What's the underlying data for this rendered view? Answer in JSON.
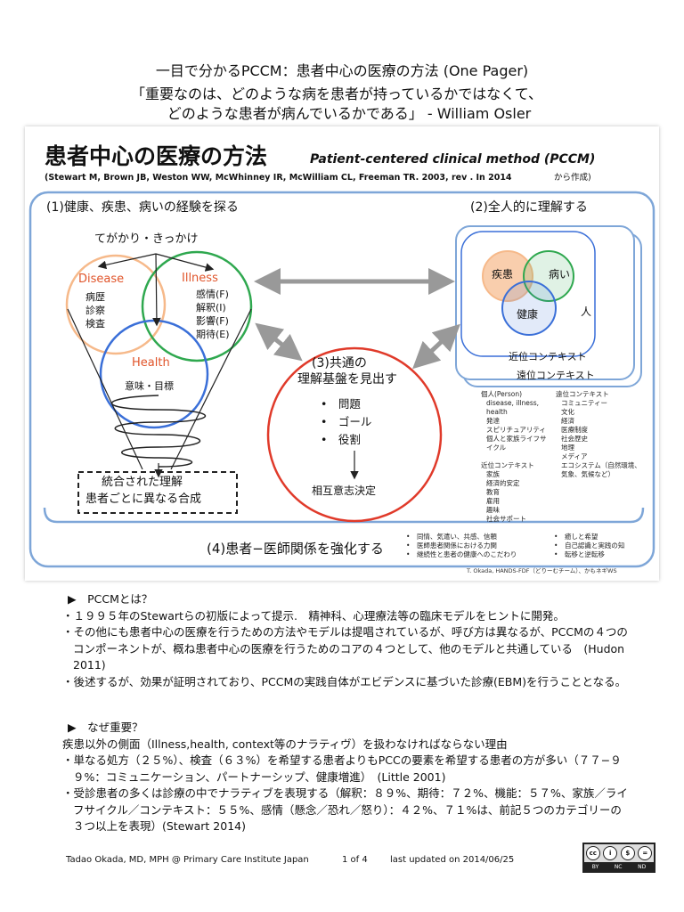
{
  "header": {
    "title": "一目で分かるPCCM：患者中心の医療の方法 (One Pager)",
    "quote_line1": "「重要なのは、どのような病を患者が持っているかではなくて、",
    "quote_line2": "どのような患者が病んでいるかである」 - William Osler"
  },
  "figure": {
    "title_jp": "患者中心の医療の方法",
    "title_en": "Patient-centered clinical method (PCCM)",
    "citation": "(Stewart M, Brown JB, Weston WW, McWhinney IR, McWilliam CL, Freeman TR. 2003, rev . In 2014",
    "citation_suffix": "から作成)",
    "c1": {
      "heading": "(1)健康、疾患、病いの経験を探る",
      "cue": "てがかり・きっかけ",
      "disease_label": "Disease",
      "disease_items": [
        "病歴",
        "診察",
        "検査"
      ],
      "illness_label": "Illness",
      "illness_items": [
        "感情(F)",
        "解釈(I)",
        "影響(F)",
        "期待(E)"
      ],
      "health_label": "Health",
      "health_items": "意味・目標",
      "integrated_line1": "統合された理解",
      "integrated_line2": "患者ごとに異なる合成"
    },
    "c2": {
      "heading": "(2)全人的に理解する",
      "disease": "疾患",
      "illness": "病い",
      "health": "健康",
      "person": "人",
      "proximal": "近位コンテキスト",
      "distal": "遠位コンテキスト",
      "person_col_head": "個人(Person)",
      "person_col_items": [
        "disease, illness, health",
        "発達",
        "スピリチュアリティ",
        "個人と家族ライフサイクル"
      ],
      "proximal_col_head": "近位コンテキスト",
      "proximal_col_items": [
        "家族",
        "経済的安定",
        "教育",
        "雇用",
        "趣味",
        "社会サポート"
      ],
      "distal_col_head": "遠位コンテキスト",
      "distal_col_items": [
        "コミュニティー",
        "文化",
        "経済",
        "医療制度",
        "社会歴史",
        "地理",
        "メディア",
        "エコシステム（自然環境、気象、気候など）"
      ]
    },
    "c3": {
      "heading_line1": "(3)共通の",
      "heading_line2": "理解基盤を見出す",
      "items": [
        "問題",
        "ゴール",
        "役割"
      ],
      "decision": "相互意志決定"
    },
    "c4": {
      "heading": "(4)患者−医師関係を強化する",
      "items_left": [
        "同情、気遣い、共感、信頼",
        "医師患者関係における力関",
        "継続性と患者の健康へのこだわり"
      ],
      "items_right": [
        "癒しと希望",
        "自己認識と実践の知",
        "転移と逆転移"
      ]
    },
    "credit": "T. Okada, HANDS-FDF（どりーむチーム）、かもネギWS"
  },
  "body": {
    "sec1_head": "▶　PCCMとは？",
    "sec1_items": [
      "・１９９５年のStewartらの初版によって提示.　精神科、心理療法等の臨床モデルをヒントに開発。",
      "・その他にも患者中心の医療を行うための方法やモデルは提唱されているが、呼び方は異なるが、PCCMの４つのコンポーネントが、概ね患者中心の医療を行うためのコアの４つとして、他のモデルと共通している　(Hudon 2011)",
      "・後述するが、効果が証明されており、PCCMの実践自体がエビデンスに基づいた診療(EBM)を行うこととなる。"
    ],
    "sec2_head": "▶　なぜ重要？",
    "sec2_intro": "疾患以外の側面（Illness,health, context等のナラティヴ）を扱わなければならない理由",
    "sec2_items": [
      "・単なる処方（２５%）、検査（６３%）を希望する患者よりもPCCの要素を希望する患者の方が多い（７７−９９%：コミュニケーション、パートナーシップ、健康増進）　(Little 2001)",
      "・受診患者の多くは診療の中でナラティブを表現する（解釈：８９%、期待：７２%、機能：５７%、家族／ライフサイクル／コンテキスト：５５%、感情（懸念／恐れ／怒り）：４２%、７１%は、前記５つのカテゴリーの３つ以上を表現）(Stewart 2014)"
    ]
  },
  "footer": {
    "author": "Tadao Okada, MD, MPH @ Primary Care Institute Japan",
    "page": "1 of 4",
    "updated": "last updated on 2014/06/25",
    "license": [
      "BY",
      "NC",
      "ND"
    ],
    "license_symbols": [
      "cc",
      "i",
      "$",
      "="
    ]
  },
  "colors": {
    "frame_blue": "#7ea6d8",
    "disease": "#f6b98a",
    "illness": "#2fa84f",
    "health": "#3a6fd8",
    "common_ground": "#e03a2a"
  }
}
